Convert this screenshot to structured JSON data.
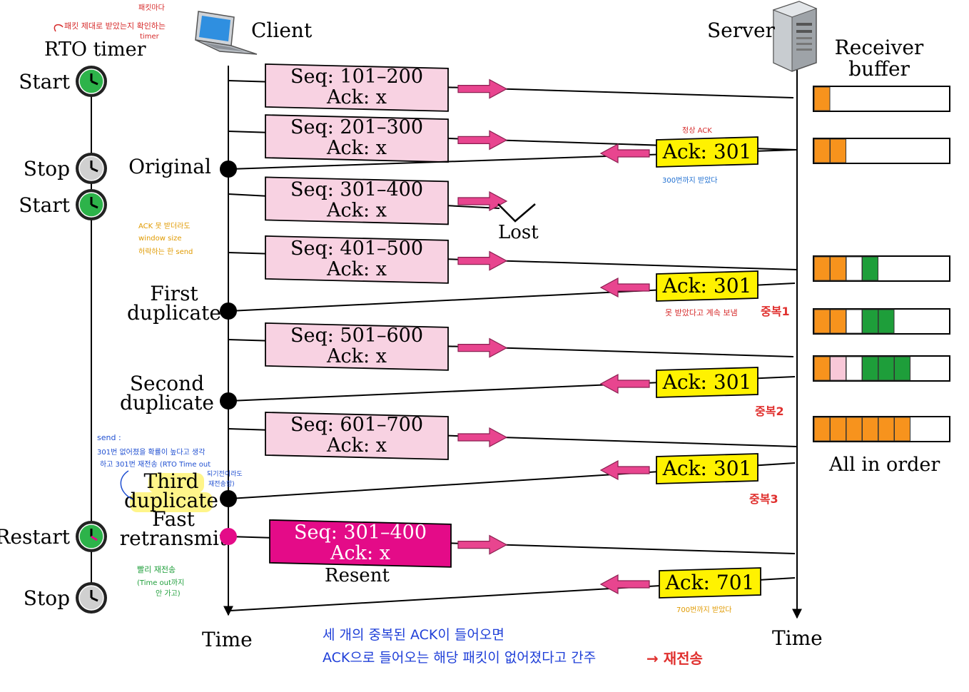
{
  "labels": {
    "rto_timer": "RTO timer",
    "client": "Client",
    "server": "Server",
    "receiver_buffer_1": "Receiver",
    "receiver_buffer_2": "buffer",
    "time_left": "Time",
    "time_right": "Time",
    "lost": "Lost",
    "resent": "Resent",
    "all_in_order": "All in order"
  },
  "timer_events": [
    {
      "label": "Start",
      "state": "running"
    },
    {
      "label": "Stop",
      "state": "stopped"
    },
    {
      "label": "Start",
      "state": "running"
    },
    {
      "label": "Restart",
      "state": "restart"
    },
    {
      "label": "Stop",
      "state": "stopped"
    }
  ],
  "client_events": [
    {
      "line1": "Original",
      "line2": "",
      "dot": "black"
    },
    {
      "line1": "First",
      "line2": "duplicate",
      "dot": "black"
    },
    {
      "line1": "Second",
      "line2": "duplicate",
      "dot": "black"
    },
    {
      "line1": "Third",
      "line2": "duplicate",
      "dot": "black",
      "highlight": true
    },
    {
      "line1": "Fast",
      "line2": "retransmit",
      "dot": "magenta"
    }
  ],
  "segments": [
    {
      "seq": "Seq: 101–200",
      "ack": "Ack: x",
      "style": "normal"
    },
    {
      "seq": "Seq: 201–300",
      "ack": "Ack: x",
      "style": "normal"
    },
    {
      "seq": "Seq: 301–400",
      "ack": "Ack: x",
      "style": "normal",
      "lost": true
    },
    {
      "seq": "Seq: 401–500",
      "ack": "Ack: x",
      "style": "normal"
    },
    {
      "seq": "Seq: 501–600",
      "ack": "Ack: x",
      "style": "normal"
    },
    {
      "seq": "Seq: 601–700",
      "ack": "Ack: x",
      "style": "normal"
    },
    {
      "seq": "Seq: 301–400",
      "ack": "Ack: x",
      "style": "resent"
    }
  ],
  "acks": [
    {
      "label": "Ack: 301"
    },
    {
      "label": "Ack: 301"
    },
    {
      "label": "Ack: 301"
    },
    {
      "label": "Ack: 301"
    },
    {
      "label": "Ack: 701"
    }
  ],
  "buffers": [
    {
      "cells": [
        "orange"
      ]
    },
    {
      "cells": [
        "orange",
        "orange"
      ]
    },
    {
      "cells": [
        "orange",
        "orange",
        "empty",
        "green"
      ]
    },
    {
      "cells": [
        "orange",
        "orange",
        "empty",
        "green",
        "green"
      ]
    },
    {
      "cells": [
        "orange",
        "pink",
        "empty",
        "green",
        "green",
        "green"
      ]
    },
    {
      "cells": [
        "orange",
        "orange",
        "orange",
        "orange",
        "orange",
        "orange"
      ]
    }
  ],
  "annotations": {
    "timer_note_1": "패킷 제대로 받았는지 확인하는",
    "timer_note_2": "패킷마다",
    "timer_note_3": "timer",
    "normal_ack": "정상 ACK",
    "received_300": "300번까지 받았다",
    "window_note_1": "ACK 못 받더라도",
    "window_note_2": "window size",
    "window_note_3": "허락하는 한 send",
    "not_received": "못 받았다고 계속 보냄",
    "dup1": "중복1",
    "dup2": "중복2",
    "dup3": "중복3",
    "send_note_1": "send :",
    "send_note_2": "301번 없어졌을 확률이 높다고 생각",
    "send_note_3": "하고 301번 재전송 (RTO Time out",
    "send_note_4": "되기전이라도",
    "send_note_5": "재전송함)",
    "fast_note_1": "빨리 재전송",
    "fast_note_2": "(Time out까지",
    "fast_note_3": "안 가고)",
    "received_700": "700번까지 받았다",
    "bottom_note_1": "세 개의 중복된 ACK이 들어오면",
    "bottom_note_2": "ACK으로 들어오는 해당 패킷이 없어졌다고 간주",
    "bottom_note_3": "→ 재전송"
  },
  "colors": {
    "segment_fill": "#f8d2e2",
    "resent_fill": "#e40b88",
    "ack_fill": "#fff200",
    "arrow": "#e8458f",
    "buffer_orange": "#f7931d",
    "buffer_green": "#1e9e3a",
    "buffer_pink": "#f8c8d8",
    "timer_green": "#2db34a",
    "timer_gray": "#d0d0d0"
  }
}
